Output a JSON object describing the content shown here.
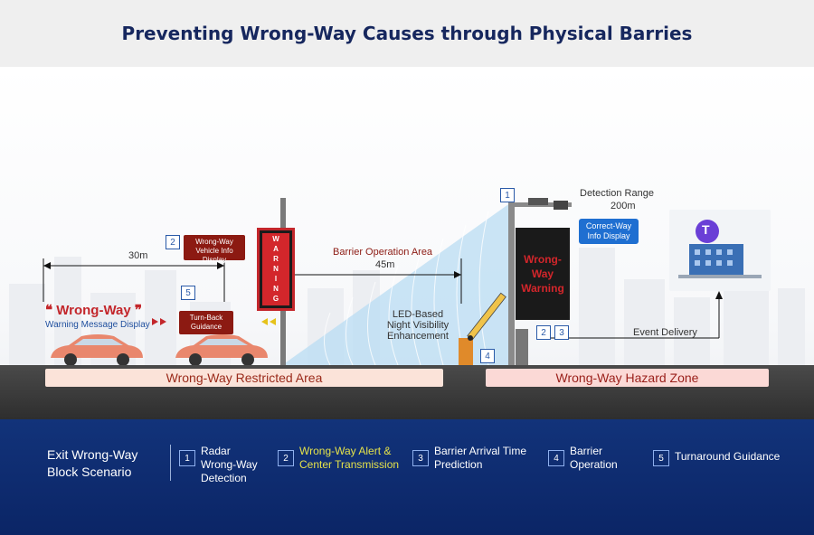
{
  "title": "Preventing Wrong-Way Causes through Physical Barries",
  "scene": {
    "dist_30m": "30m",
    "barrier_area": "Barrier Operation Area",
    "barrier_area_dist": "45m",
    "detection_range": "Detection Range",
    "detection_dist": "200m",
    "wrong_way_quote": "Wrong-Way",
    "warning_msg_display": "Warning Message Display",
    "vehicle_info_display": "Wrong-Way Vehicle Info Display",
    "turn_back_guidance": "Turn-Back Guidance",
    "warning_sign": "WARNING",
    "big_sign": "Wrong-Way Warning",
    "correct_way": "Correct-Way Info Display",
    "led_visibility": "LED-Based Night Visibility Enhancement",
    "event_delivery": "Event Delivery",
    "zone_restricted": "Wrong-Way Restricted Area",
    "zone_hazard": "Wrong-Way Hazard Zone",
    "center_badge": "T"
  },
  "badges": [
    "1",
    "2",
    "3",
    "4",
    "5"
  ],
  "bottom": {
    "scenario": "Exit Wrong-Way Block Scenario",
    "steps": [
      {
        "num": "1",
        "text": "Radar Wrong-Way Detection"
      },
      {
        "num": "2",
        "text": "Wrong-Way Alert & Center Transmission"
      },
      {
        "num": "3",
        "text": "Barrier Arrival Time Prediction"
      },
      {
        "num": "4",
        "text": "Barrier Operation"
      },
      {
        "num": "5",
        "text": "Turnaround Guidance"
      }
    ]
  },
  "colors": {
    "title": "#16275e",
    "warning": "#d3262b",
    "navy": "#12337a",
    "accent_yellow": "#e5e24a",
    "tag_blue": "#1f6fd1"
  }
}
